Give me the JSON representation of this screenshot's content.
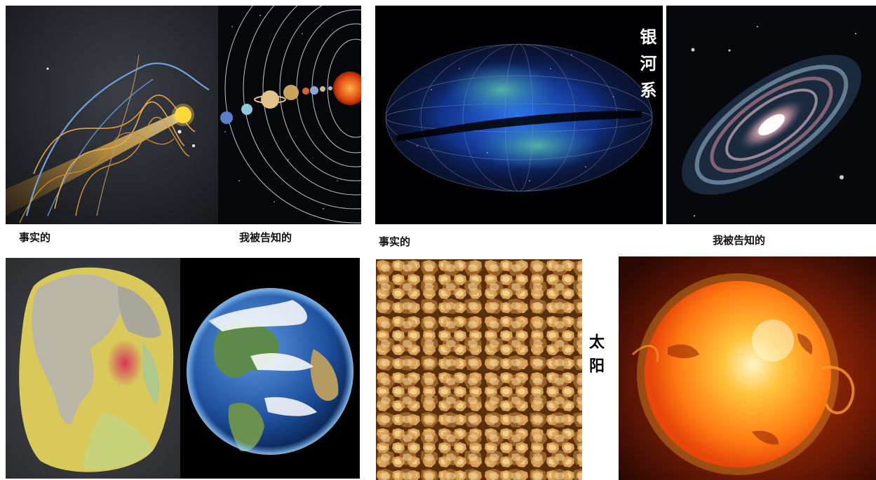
{
  "top_left": {
    "caption_fact": "事实的",
    "caption_told": "我被告知的",
    "fact_image": "helical-solar-system-path-render",
    "told_image": "planets-orbiting-sun-diagram"
  },
  "top_right": {
    "caption_fact": "事实的",
    "caption_told": "我被告知的",
    "label": "银河系",
    "fact_image": "milky-way-star-survey-map",
    "told_image": "spiral-galaxy-illustration"
  },
  "bottom_left": {
    "fact_image": "lumpy-geoid-earth-model",
    "told_image": "blue-marble-earth-photo"
  },
  "bottom_right": {
    "label": "太阳",
    "fact_image": "solar-granulation-surface-closeup",
    "told_image": "fiery-sun-illustration"
  },
  "colors": {
    "label_on_dark": "#ffffff",
    "caption_text": "#111111",
    "sun_orange": "#ff7a12",
    "earth_blue": "#2f69b3"
  }
}
